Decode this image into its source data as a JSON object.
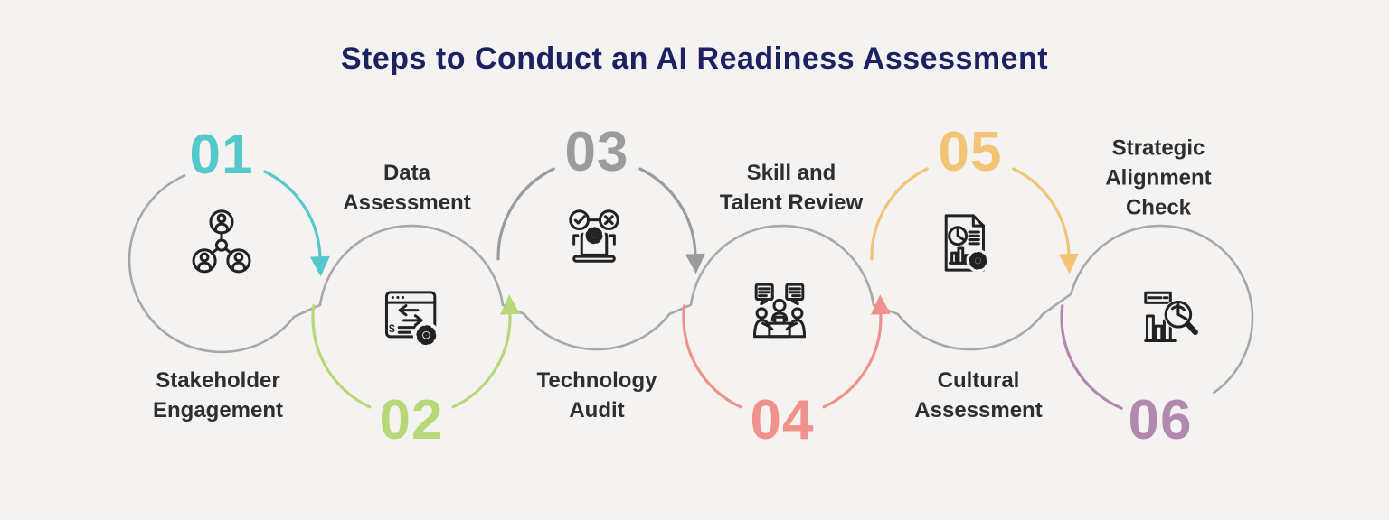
{
  "title": "Steps to Conduct an AI Readiness Assessment",
  "colors": {
    "title_text": "#1c2161",
    "label_text": "#2e2e2e",
    "flow_line": "#a8a8a8",
    "background": "#f4f3f1"
  },
  "steps": [
    {
      "number": "01",
      "label": "Stakeholder Engagement",
      "label_lines": [
        "Stakeholder",
        "Engagement"
      ],
      "color": "#56c8cc",
      "icon": "stakeholder-network-icon"
    },
    {
      "number": "02",
      "label": "Data Assessment",
      "label_lines": [
        "Data",
        "Assessment"
      ],
      "color": "#b7d878",
      "icon": "data-window-gear-icon"
    },
    {
      "number": "03",
      "label": "Technology Audit",
      "label_lines": [
        "Technology",
        "Audit"
      ],
      "color": "#9b9b9b",
      "icon": "laptop-check-audit-icon"
    },
    {
      "number": "04",
      "label": "Skill and Talent Review",
      "label_lines": [
        "Skill and",
        "Talent Review"
      ],
      "color": "#f0928b",
      "icon": "team-discussion-icon"
    },
    {
      "number": "05",
      "label": "Cultural Assessment",
      "label_lines": [
        "Cultural",
        "Assessment"
      ],
      "color": "#f2c476",
      "icon": "report-document-icon"
    },
    {
      "number": "06",
      "label": "Strategic Alignment Check",
      "label_lines": [
        "Strategic",
        "Alignment",
        "Check"
      ],
      "color": "#b289ae",
      "icon": "chart-magnifier-icon"
    }
  ]
}
